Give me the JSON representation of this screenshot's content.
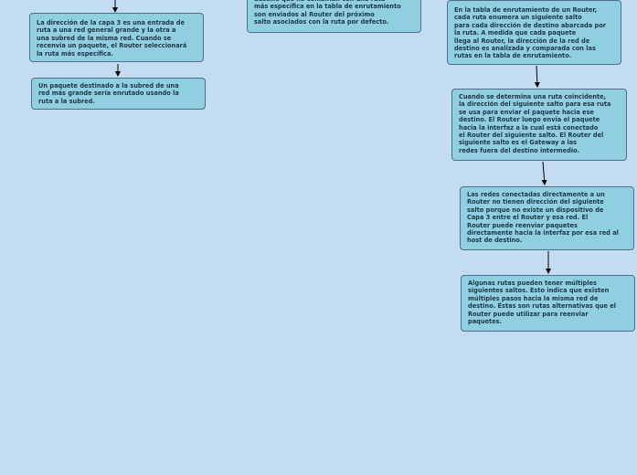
{
  "nodes": {
    "n1": "La dirección de la capa 3  es una entrada de\nruta a una red  general grande  y la otra a\nuna subred  de la misma red. Cuando se\nrecenvia un paquete, el Router seleccionará\nla ruta más específica.",
    "n2": "Un paquete destinado a la subred de una\nred más grande sería enrutado usando la\nruta a la subred.",
    "n3": "destino que no combinan con una ruta\nmás específica en la tabla de enrutamiento\nson enviados al Router del próximo\nsalto asociados con la ruta por defecto.",
    "n4": "En la tabla de enrutamiento de un Router,\ncada ruta enumera un siguiente salto\npara cada dirección de destino abarcada por\nla ruta. A medida que cada paquete\nllega al Router, la dirección de la red de\ndestino es analizada y comparada con las\nrutas en la tabla de enrutamiento.",
    "n5": "Cuando se determina una ruta coincidente,\nla dirección del siguiente salto para esa ruta\nse usa para enviar el paquete hacia ese\ndestino. El Router luego envía el paquete\nhacia la interfaz a la cual está conectado\nel Router del siguiente salto. El Router del\nsiguiente salto es el Gateway a las\nredes fuera del destino intermedio.",
    "n6": "Las redes conectadas directamente a un\nRouter no tienen dirección del siguiente\nsalto porque no existe un dispositivo de\nCapa 3 entre el Router y esa red. El\nRouter puede reenviar paquetes\ndirectamente hacia la interfaz por esa red al\nhost de destino.",
    "n7": "Algunas rutas pueden tener múltiples\nsiguientes saltos. Esto indica que existen\nmúltiples pasos hacia la misma red de\ndestino. Éstas son rutas alternativas que el\nRouter puede utilizar para reenviar\npaquetes."
  },
  "colors": {
    "background": "#c3dcf1",
    "node_fill": "#8fcfe0",
    "node_border": "#4f6f86",
    "text": "#1f3546",
    "connector": "#000000"
  }
}
